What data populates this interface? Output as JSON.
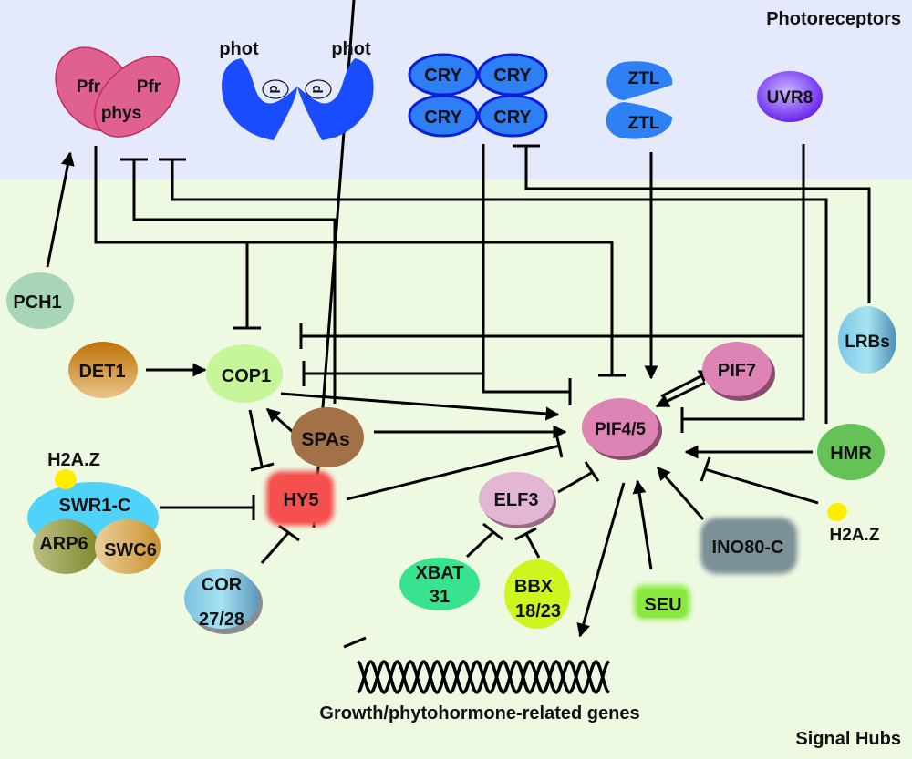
{
  "regions": {
    "top": "Photoreceptors",
    "bottom": "Signal Hubs"
  },
  "photoreceptors": {
    "phys": {
      "label": "phys",
      "sub": [
        "Pfr",
        "Pfr"
      ],
      "color": "#e0608f"
    },
    "phot": {
      "labels": [
        "phot",
        "phot"
      ],
      "chromophore": "d",
      "color": "#1a4cff"
    },
    "cry": {
      "labels": [
        "CRY",
        "CRY",
        "CRY",
        "CRY"
      ],
      "color": "#2e7ef5",
      "border": "#0a1fd8"
    },
    "ztl": {
      "labels": [
        "ZTL",
        "ZTL"
      ],
      "color": "#2e80f5"
    },
    "uvr8": {
      "label": "UVR8",
      "color": "#7a3cf0"
    }
  },
  "nodes": {
    "pch1": {
      "label": "PCH1",
      "color": "#a8d5b8"
    },
    "det1": {
      "label": "DET1",
      "color": "#c27a10"
    },
    "cop1": {
      "label": "COP1",
      "color": "#c6f59a"
    },
    "spas": {
      "label": "SPAs",
      "color": "#a37148"
    },
    "hy5": {
      "label": "HY5",
      "color": "#f5504e"
    },
    "pif45": {
      "label": "PIF4/5",
      "color": "#de84b4"
    },
    "pif7": {
      "label": "PIF7",
      "color": "#de84b4"
    },
    "elf3": {
      "label": "ELF3",
      "color": "#e2b6d4"
    },
    "xbat31": {
      "label": [
        "XBAT",
        "31"
      ],
      "color": "#38e38f"
    },
    "bbx": {
      "label": [
        "BBX",
        "18/23"
      ],
      "color": "#cdf51e"
    },
    "seu": {
      "label": "SEU",
      "color": "#92ee48"
    },
    "ino80": {
      "label": "INO80-C",
      "color": "#7d9198"
    },
    "lrbs": {
      "label": "LRBs",
      "color": "#8fd2ea"
    },
    "hmr": {
      "label": "HMR",
      "color": "#64c256"
    },
    "h2az_right": {
      "label": "H2A.Z",
      "color": "#ffee00"
    },
    "swr1": {
      "label": "SWR1-C",
      "color": "#4fd3fa"
    },
    "arp6": {
      "label": "ARP6",
      "color": "#a3a85a"
    },
    "swc6": {
      "label": "SWC6",
      "color": "#dcb56a"
    },
    "h2az_left": {
      "label": "H2A.Z",
      "color": "#ffee00"
    },
    "cor": {
      "label": [
        "COR",
        "27/28"
      ],
      "color": "#88cce6"
    }
  },
  "genes": {
    "label": "Growth/phytohormone-related genes"
  },
  "edges": [
    {
      "from": "PCH1",
      "to": "phys",
      "type": "activation"
    },
    {
      "from": "phys",
      "to": "COP1",
      "type": "inhibition"
    },
    {
      "from": "phys",
      "to": "PIF4/5",
      "type": "inhibition"
    },
    {
      "from": "SPAs",
      "to": "phys",
      "type": "inhibition"
    },
    {
      "from": "HMR",
      "to": "phys",
      "type": "inhibition"
    },
    {
      "from": "LRBs",
      "to": "CRY",
      "type": "inhibition"
    },
    {
      "from": "CRY",
      "to": "COP1",
      "type": "inhibition"
    },
    {
      "from": "CRY",
      "to": "PIF4/5",
      "type": "inhibition"
    },
    {
      "from": "ZTL",
      "to": "PIF4/5",
      "type": "activation"
    },
    {
      "from": "UVR8",
      "to": "COP1",
      "type": "inhibition"
    },
    {
      "from": "UVR8",
      "to": "PIF4/5",
      "type": "inhibition"
    },
    {
      "from": "DET1",
      "to": "COP1",
      "type": "activation"
    },
    {
      "from": "SPAs",
      "to": "COP1",
      "type": "activation"
    },
    {
      "from": "COP1",
      "to": "PIF4/5",
      "type": "activation"
    },
    {
      "from": "SPAs",
      "to": "PIF4/5",
      "type": "activation"
    },
    {
      "from": "COP1",
      "to": "HY5",
      "type": "inhibition"
    },
    {
      "from": "HY5",
      "to": "PIF4/5",
      "type": "inhibition"
    },
    {
      "from": "SWR1-C",
      "to": "HY5",
      "type": "inhibition"
    },
    {
      "from": "COR27/28",
      "to": "HY5",
      "type": "inhibition"
    },
    {
      "from": "HY5",
      "to": "genes",
      "type": "inhibition"
    },
    {
      "from": "PIF4/5",
      "to": "PIF7",
      "type": "activation"
    },
    {
      "from": "PIF7",
      "to": "PIF4/5",
      "type": "activation"
    },
    {
      "from": "ELF3",
      "to": "PIF4/5",
      "type": "inhibition"
    },
    {
      "from": "XBAT31",
      "to": "ELF3",
      "type": "inhibition"
    },
    {
      "from": "BBX18/23",
      "to": "ELF3",
      "type": "inhibition"
    },
    {
      "from": "SEU",
      "to": "PIF4/5",
      "type": "activation"
    },
    {
      "from": "INO80-C",
      "to": "PIF4/5",
      "type": "activation"
    },
    {
      "from": "HMR",
      "to": "PIF4/5",
      "type": "activation"
    },
    {
      "from": "H2A.Z",
      "to": "PIF4/5",
      "type": "inhibition"
    },
    {
      "from": "PIF4/5",
      "to": "genes",
      "type": "activation"
    }
  ]
}
